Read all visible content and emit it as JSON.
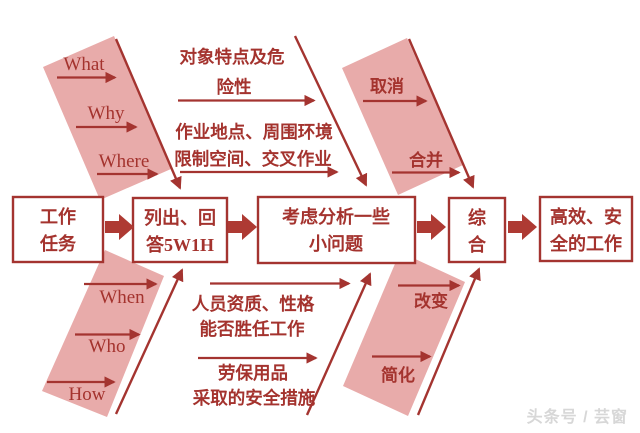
{
  "colors": {
    "dark_red": "#A43430",
    "pink_band": "#E8ABAA",
    "block_arrow_red": "#AE3A33",
    "watermark_gray": "#D7D7D7",
    "background": "#FFFFFF"
  },
  "flow": {
    "boxes": [
      {
        "line1": "工作",
        "line2": "任务"
      },
      {
        "line1": "列出、回",
        "line2": "答5W1H"
      },
      {
        "line1": "考虑分析一些",
        "line2": "小问题"
      },
      {
        "line1": "综",
        "line2": "合"
      },
      {
        "line1": "高效、安",
        "line2": "全的工作"
      }
    ]
  },
  "top_left_band": {
    "labels": [
      "What",
      "Why",
      "Where"
    ]
  },
  "top_center": {
    "row1_line1": "对象特点及危",
    "row1_line2": "险性",
    "row2_line1": "作业地点、周围环境",
    "row2_line2": "限制空间、交叉作业"
  },
  "top_right_band": {
    "labels": [
      "取消",
      "合并"
    ]
  },
  "bottom_left_band": {
    "labels": [
      "When",
      "Who",
      "How"
    ]
  },
  "bottom_center": {
    "row1_line1": "人员资质、性格",
    "row1_line2": "能否胜任工作",
    "row2_line1": "劳保用品",
    "row2_line2": "采取的安全措施"
  },
  "bottom_right_band": {
    "labels": [
      "改变",
      "简化"
    ]
  },
  "watermark": {
    "text": "头条号 / 芸窗"
  }
}
